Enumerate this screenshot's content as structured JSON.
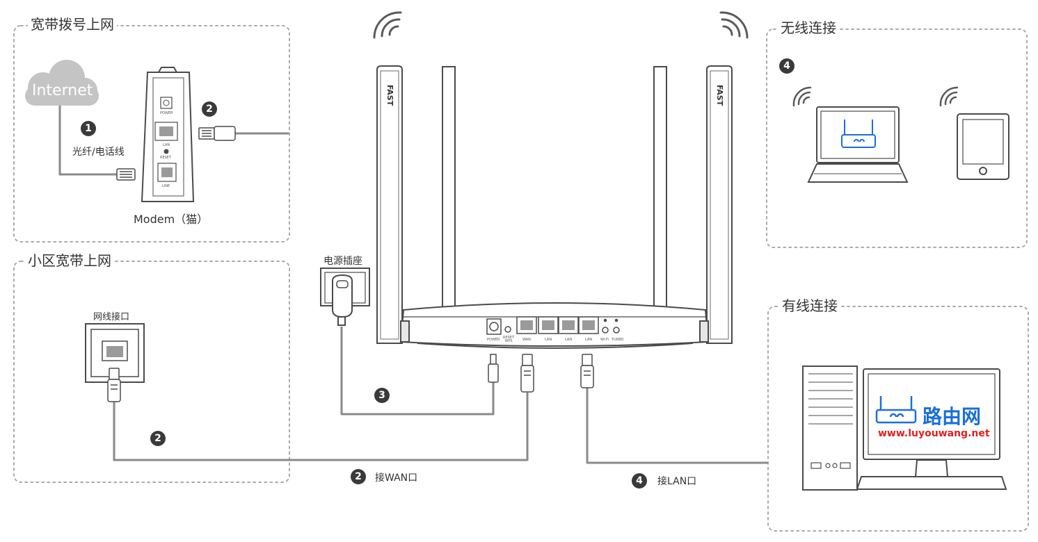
{
  "sections": {
    "dialup_title": "宽带拨号上网",
    "community_title": "小区宽带上网",
    "wireless_title": "无线连接",
    "wired_title": "有线连接"
  },
  "labels": {
    "internet": "Internet",
    "fiber_phone_line": "光纤/电话线",
    "modem": "Modem（猫）",
    "wall_port": "网线接口",
    "power_socket": "电源插座",
    "connect_wan": "接WAN口",
    "connect_lan": "接LAN口",
    "router_brand": "FAST"
  },
  "steps": {
    "s1": "1",
    "s2_modem": "2",
    "s2_community": "2",
    "s2_wan": "2",
    "s3": "3",
    "s4_wireless": "4",
    "s4_lan": "4"
  },
  "modem_ports": {
    "power": "POWER",
    "lan": "LAN",
    "reset": "RESET",
    "line": "LINE"
  },
  "router_ports": {
    "power": "POWER",
    "reset_wps": "RESET WPS",
    "wan": "WAN",
    "lan1": "LAN",
    "lan2": "LAN",
    "lan3": "LAN",
    "wifi": "Wi-Fi",
    "turbo": "TURBO"
  },
  "watermark": {
    "name": "路由网",
    "url": "www.luyouwang.net"
  },
  "colors": {
    "cable": "#8a8a8a",
    "outline": "#4a4a4a",
    "dashed_border": "#aaaaaa",
    "cloud": "#c4c4c4",
    "step_badge": "#3a3a3a",
    "watermark_blue": "#1a6fd8",
    "watermark_red": "#e02020"
  }
}
